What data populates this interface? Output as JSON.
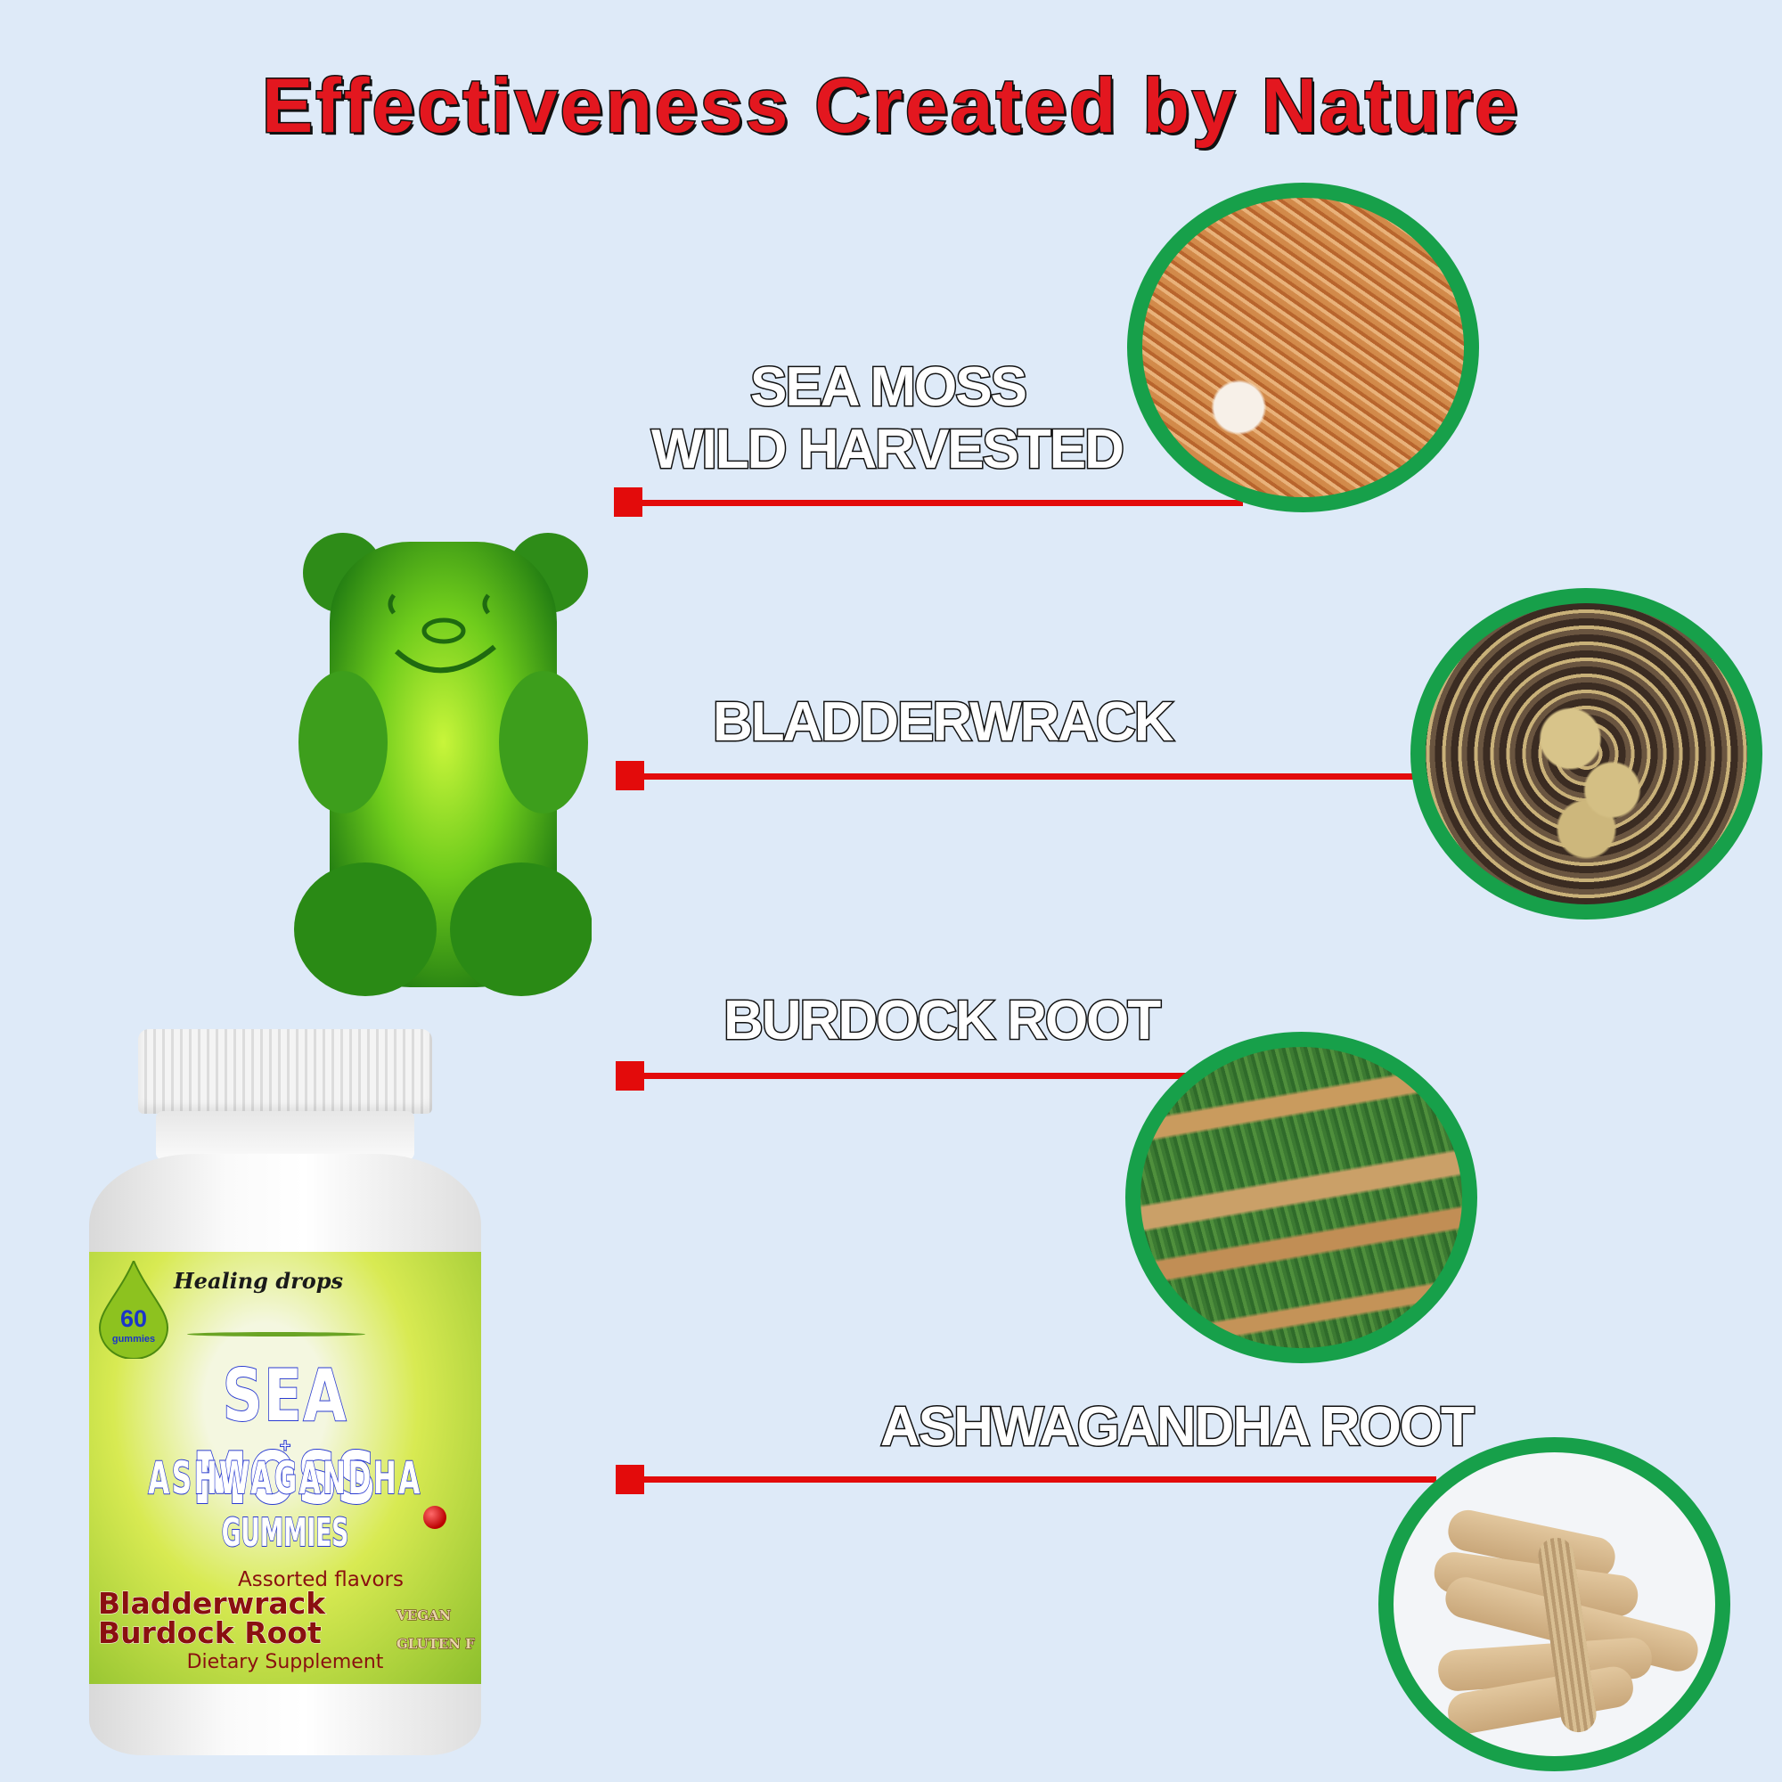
{
  "title": "Effectiveness Created by Nature",
  "colors": {
    "background": "#deeaf8",
    "title_red": "#e3171f",
    "connector_red": "#e30b0b",
    "circle_green": "#17a04a"
  },
  "ingredients": [
    {
      "label_lines": [
        "SEA MOSS",
        "WILD HARVESTED"
      ],
      "image": "sea-moss-photo"
    },
    {
      "label_lines": [
        "BLADDERWRACK"
      ],
      "image": "bladderwrack-photo"
    },
    {
      "label_lines": [
        "BURDOCK ROOT"
      ],
      "image": "burdock-root-photo"
    },
    {
      "label_lines": [
        "ASHWAGANDHA ROOT"
      ],
      "image": "ashwagandha-root-photo"
    }
  ],
  "product": {
    "brand": "Healing drops",
    "count": "60",
    "count_unit": "gummies",
    "name_line1": "SEA MOSS",
    "plus": "+",
    "name_line2": "ASHWAGANDHA",
    "name_line3": "GUMMIES",
    "flavor": "Assorted flavors",
    "extras_line1": "Bladderwrack",
    "extras_line2": "Burdock Root",
    "badge1": "VEGAN",
    "badge2": "GLUTEN F",
    "footer": "Dietary Supplement"
  },
  "mascot": "green-gummy-bear"
}
